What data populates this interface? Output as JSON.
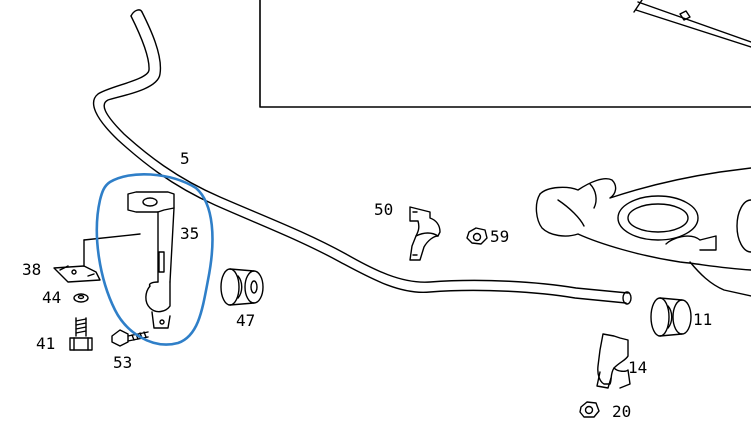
{
  "diagram": {
    "part_labels": {
      "p5": "5",
      "p50": "50",
      "p59": "59",
      "p35": "35",
      "p38": "38",
      "p44": "44",
      "p41": "41",
      "p53": "53",
      "p47": "47",
      "p11": "11",
      "p14": "14",
      "p20": "20"
    },
    "highlight_color": "#2f7fc8",
    "line_color": "#000000"
  }
}
